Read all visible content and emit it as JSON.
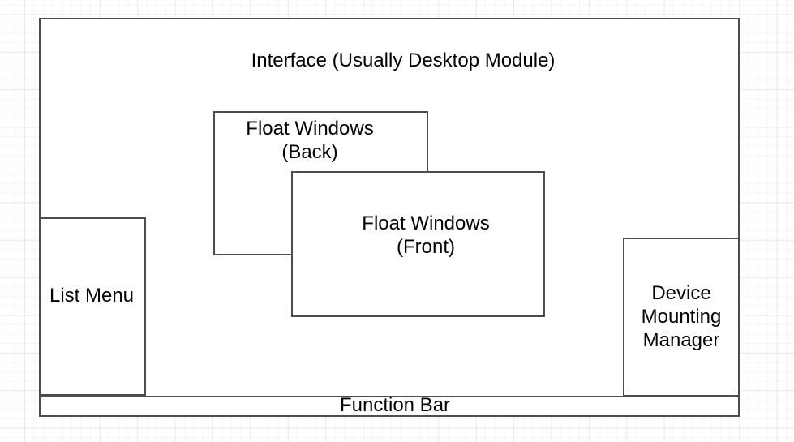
{
  "nodes": {
    "interface": {
      "label": "Interface (Usually Desktop Module)"
    },
    "float_windows_back": {
      "label": "Float Windows\n(Back)"
    },
    "float_windows_front": {
      "label": "Float Windows\n(Front)"
    },
    "list_menu": {
      "label": "List Menu"
    },
    "device_mounting_manager": {
      "label": "Device\nMounting\nManager"
    },
    "function_bar": {
      "label": "Function Bar"
    }
  },
  "colors": {
    "stroke": "#4d4d4d",
    "node_fill": "#ffffff",
    "text": "#000000",
    "grid_minor": "#f5f5f5",
    "grid_major": "#e9e9e9",
    "background": "#ffffff"
  }
}
